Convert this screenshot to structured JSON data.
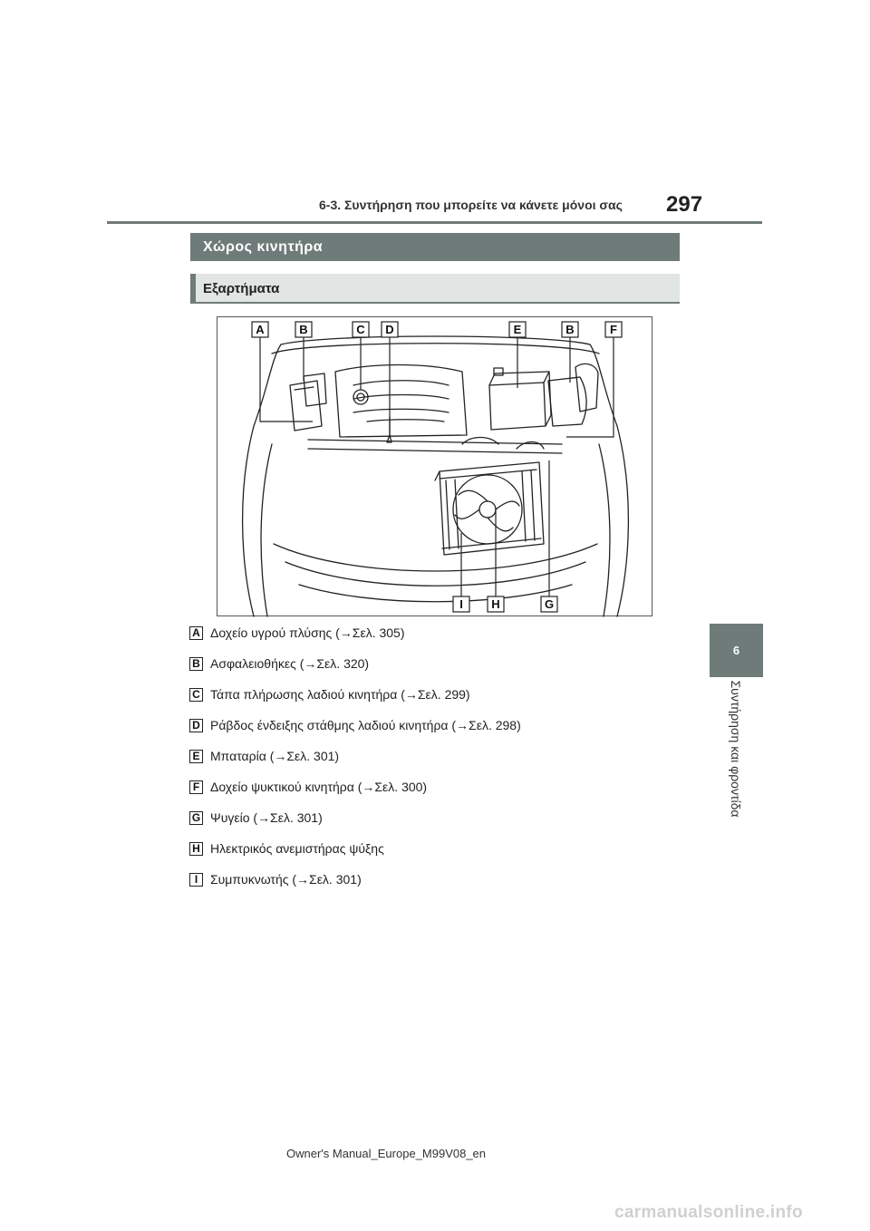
{
  "header": {
    "section_title": "6-3. Συντήρηση που μπορείτε να κάνετε μόνοι σας",
    "page_number": "297"
  },
  "section": {
    "title": "Χώρος κινητήρα"
  },
  "subsection": {
    "title": "Εξαρτήματα"
  },
  "figure": {
    "callouts_top": [
      "A",
      "B",
      "C",
      "D",
      "E",
      "B",
      "F"
    ],
    "callouts_bottom": [
      "I",
      "H",
      "G"
    ]
  },
  "legend": [
    {
      "letter": "A",
      "text": "Δοχείο υγρού πλύσης (→Σελ. 305)"
    },
    {
      "letter": "B",
      "text": "Ασφαλειοθήκες (→Σελ. 320)"
    },
    {
      "letter": "C",
      "text": "Τάπα πλήρωσης λαδιού κινητήρα (→Σελ. 299)"
    },
    {
      "letter": "D",
      "text": "Ράβδος ένδειξης στάθμης λαδιού κινητήρα (→Σελ. 298)"
    },
    {
      "letter": "E",
      "text": "Μπαταρία (→Σελ. 301)"
    },
    {
      "letter": "F",
      "text": "Δοχείο ψυκτικού κινητήρα (→Σελ. 300)"
    },
    {
      "letter": "G",
      "text": "Ψυγείο (→Σελ. 301)"
    },
    {
      "letter": "H",
      "text": "Ηλεκτρικός ανεμιστήρας ψύξης"
    },
    {
      "letter": "I",
      "text": "Συμπυκνωτής (→Σελ. 301)"
    }
  ],
  "side_tab": {
    "chapter_number": "6",
    "chapter_title": "Συντήρηση και φροντίδα"
  },
  "footer": {
    "text": "Owner's Manual_Europe_M99V08_en"
  },
  "watermark": {
    "text": "carmanualsonline.info"
  },
  "colors": {
    "accent_gray": "#6f7b78",
    "subsection_bg": "#e1e5e4"
  }
}
